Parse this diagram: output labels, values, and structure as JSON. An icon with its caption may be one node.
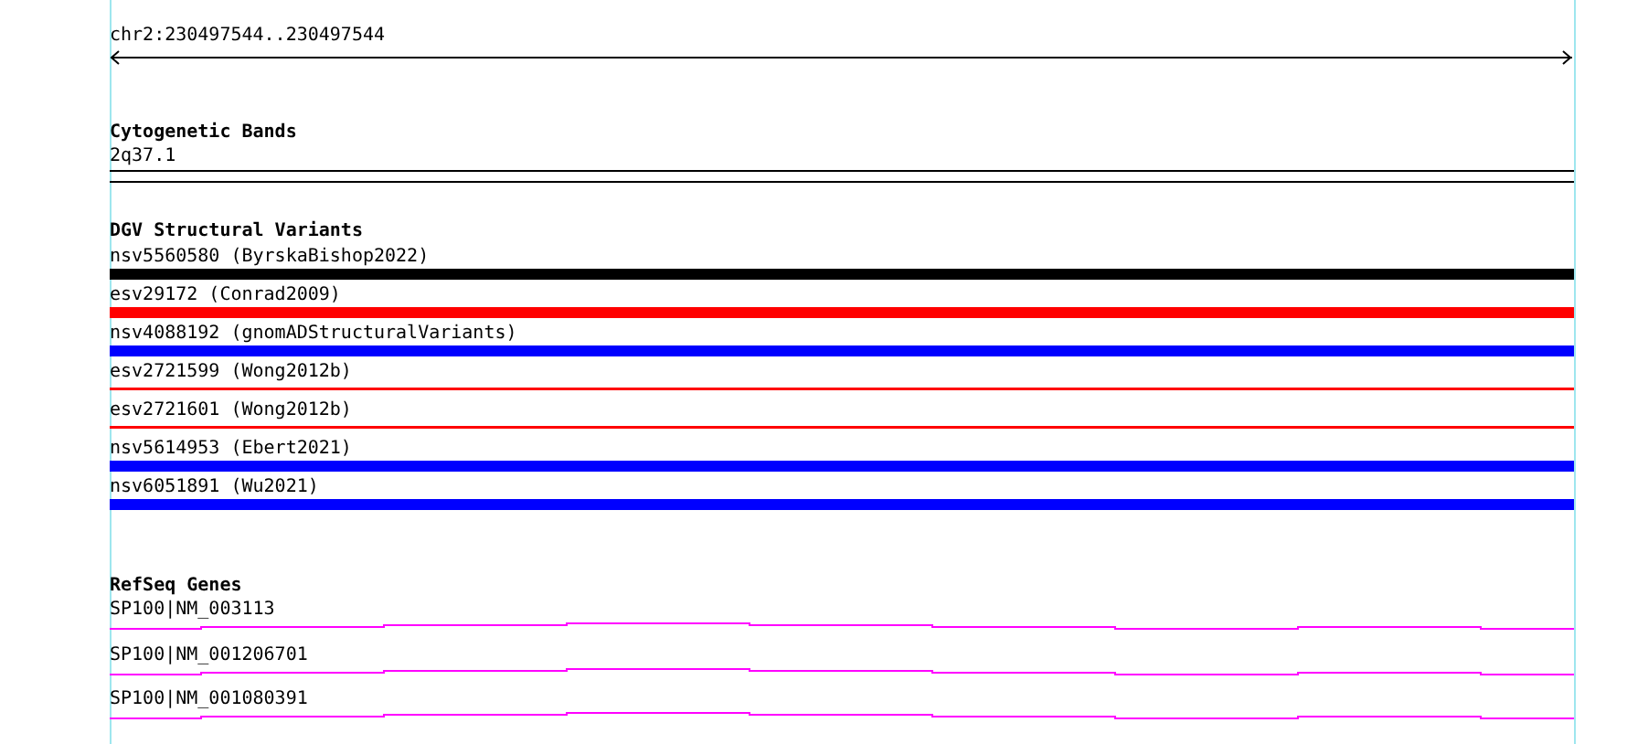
{
  "diagram": {
    "nodes": [
      {
        "text": [
          "Cytogenetic Bands"
        ]
      },
      {
        "text": [
          "2q37.1"
        ],
        "in": 0
      },
      {
        "text": [
          "DGV Structural Variants"
        ]
      },
      {
        "text": [
          "nsv5560580 (ByrskaBishop2022)"
        ],
        "in": 2
      },
      {
        "text": [
          "esv29172 (Conrad2009)"
        ],
        "in": 2
      },
      {
        "text": [
          "nsv4088192 (gnomADStructuralVariants)"
        ],
        "in": 2
      },
      {
        "text": [
          "esv2721599 (Wong2012b)"
        ],
        "in": 2
      },
      {
        "text": [
          "esv2721601 (Wong2012b)"
        ],
        "in": 2
      },
      {
        "text": [
          "nsv5614953 (Ebert2021)"
        ],
        "in": 2
      },
      {
        "text": [
          "nsv6051891 (Wu2021)"
        ],
        "in": 2
      },
      {
        "text": [
          "RefSeq Genes"
        ]
      },
      {
        "text": [
          "SP100|NM_003113"
        ],
        "in": 10
      },
      {
        "text": [
          "SP100|NM_001206701"
        ],
        "in": 10
      },
      {
        "text": [
          "SP100|NM_001080391"
        ],
        "in": 10
      }
    ],
    "edges": [],
    "labels": [
      "chr2:230497544..230497544"
    ]
  }
}
